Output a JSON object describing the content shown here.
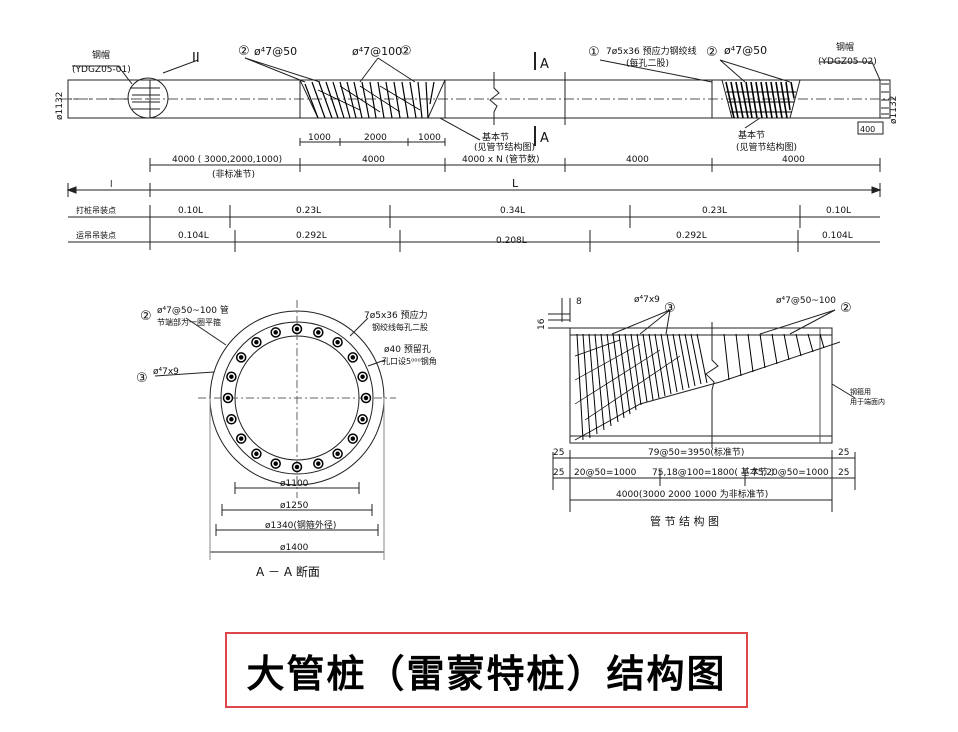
{
  "pile": {
    "left_cap_name": "钢帽",
    "left_cap_code": "(YDGZ05-01)",
    "right_cap_name": "钢帽",
    "right_cap_code": "(YDGZ05-02)",
    "detail_mark": "II",
    "dia_left": "ø1132",
    "dia_right": "ø1132",
    "callout_1": "①",
    "callout_2": "②",
    "rebar_a": "ø⁴7@50",
    "rebar_b": "ø⁴7@100",
    "rebar_c": "ø⁴7@50",
    "prestress_label": "7ø5x36 预应力钢绞线",
    "prestress_sub": "(每孔二股)",
    "section_mark": "A",
    "base_section": "基本节",
    "base_section_ref": "(见管节结构图)",
    "seg_1000a": "1000",
    "seg_2000": "2000",
    "seg_1000b": "1000",
    "len_seg1": "4000 ( 3000,2000,1000)",
    "len_seg1_note": "(非标准节)",
    "len_seg2": "4000",
    "len_seg3": "4000 x N (管节数)",
    "len_seg4": "4000",
    "len_seg5": "4000",
    "len_left": "l",
    "len_total": "L",
    "right_dim": "400",
    "row1_label": "打桩吊装点",
    "row1_values": [
      "0.10L",
      "0.23L",
      "0.34L",
      "0.23L",
      "0.10L"
    ],
    "row2_label": "运吊吊装点",
    "row2_values": [
      "0.104L",
      "0.292L",
      "0.208L",
      "0.292L",
      "0.104L"
    ]
  },
  "section_aa": {
    "title": "A － A 断面",
    "label_2": "②",
    "label_2_text": "ø⁴7@50~100 管",
    "label_2_sub": "节端部为一圈平箍",
    "label_3": "③",
    "label_3_text": "ø⁴7x9",
    "strand_text": "7ø5x36 预应力",
    "strand_sub": "钢绞线每孔二股",
    "hole_text": "ø40 预留孔",
    "hole_sub": "孔口设5⁰⁰⁰钢角",
    "dim_1100": "ø1100",
    "dim_1250": "ø1250",
    "dim_1340": "ø1340(钢箍外径)",
    "dim_1400": "ø1400"
  },
  "segment_detail": {
    "title": "管 节 结 构 图",
    "label_3": "③",
    "label_3_text": "ø⁴7x9",
    "label_2": "②",
    "label_2_text": "ø⁴7@50~100",
    "top_dim_8": "8",
    "side_dim_16": "16",
    "right_note": "钢箍用",
    "right_note_sub": "用于端面内",
    "bottom_main": "79@50=3950(标准节)",
    "edge_25": "25",
    "row_a": "20@50=1000",
    "row_b": "75,18@100=1800( 基本节 )",
    "row_c": "75,20@50=1000",
    "row_total": "4000(3000  2000  1000  为非标准节)"
  },
  "caption": "大管桩（雷蒙特桩）结构图"
}
